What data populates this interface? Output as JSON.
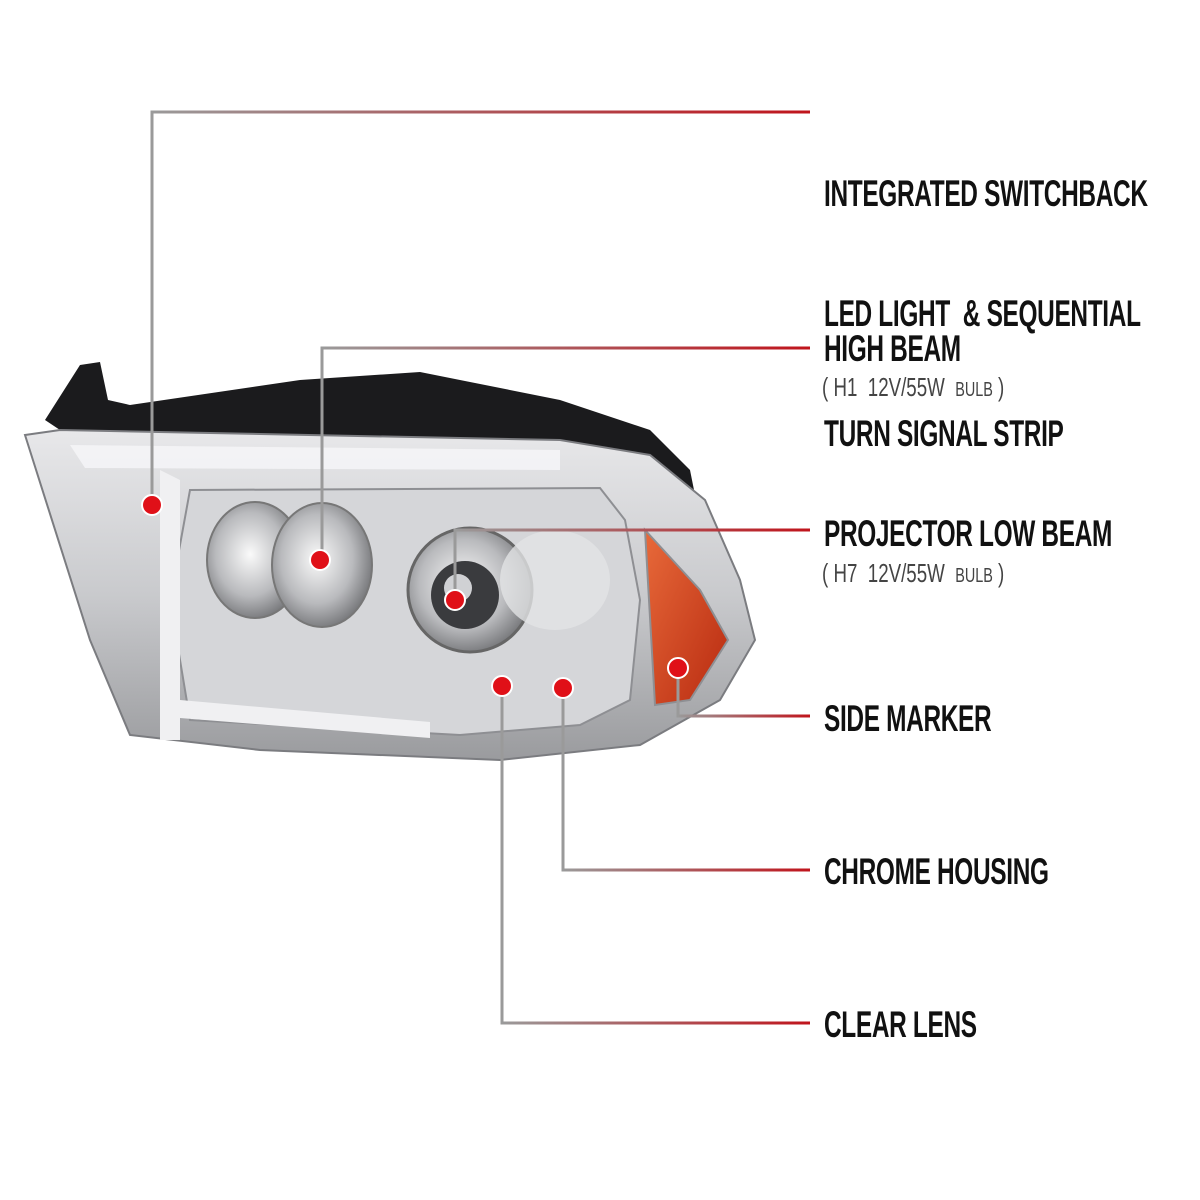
{
  "callouts": [
    {
      "title_lines": [
        "INTEGRATED SWITCHBACK",
        "LED LIGHT  & SEQUENTIAL",
        "TURN SIGNAL STRIP"
      ]
    },
    {
      "title_lines": [
        "HIGH BEAM"
      ],
      "spec": {
        "open": "(",
        "bulb": "H1",
        "rating": "12V/55W",
        "unit": "BULB",
        "close": ")"
      }
    },
    {
      "title_lines": [
        "PROJECTOR LOW BEAM"
      ],
      "spec": {
        "open": "(",
        "bulb": "H7",
        "rating": "12V/55W",
        "unit": "BULB",
        "close": ")"
      }
    },
    {
      "title_lines": [
        "SIDE MARKER"
      ]
    },
    {
      "title_lines": [
        "CHROME HOUSING"
      ]
    },
    {
      "title_lines": [
        "CLEAR LENS"
      ]
    }
  ],
  "colors": {
    "line_start": "#9a9a9a",
    "line_end": "#c0141c",
    "dot": "#e01018",
    "amber": "#d8481c"
  }
}
